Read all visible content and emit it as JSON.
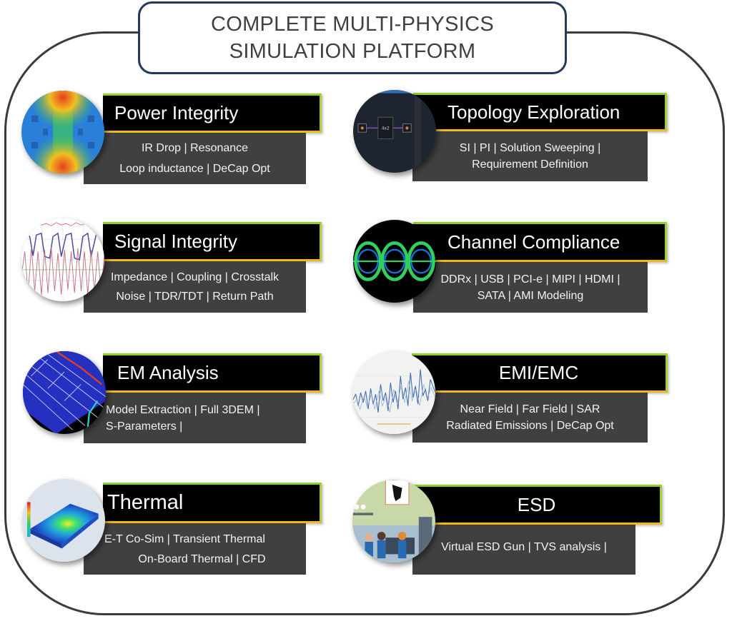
{
  "title": {
    "line1": "COMPLETE MULTI-PHYSICS",
    "line2": "SIMULATION PLATFORM"
  },
  "colors": {
    "frame": "#3a3a3a",
    "title_border": "#1f3a5a",
    "header_bg": "#000000",
    "body_bg": "#404040",
    "accent_green": "#8dd12a",
    "accent_orange": "#f2b61e"
  },
  "cards": [
    {
      "id": "power-integrity",
      "title": "Power Integrity",
      "icon": "power-integrity-heatmap-icon",
      "lines": [
        "IR Drop | Resonance",
        "Loop inductance | DeCap Opt"
      ]
    },
    {
      "id": "topology-exploration",
      "title": "Topology Exploration",
      "icon": "topology-schematic-icon",
      "lines": [
        "SI | PI | Solution Sweeping |",
        "Requirement Definition"
      ]
    },
    {
      "id": "signal-integrity",
      "title": "Signal Integrity",
      "icon": "waveform-icon",
      "lines": [
        "Impedance | Coupling | Crosstalk",
        "Noise | TDR/TDT | Return Path"
      ]
    },
    {
      "id": "channel-compliance",
      "title": "Channel Compliance",
      "icon": "eye-diagram-icon",
      "lines": [
        "DDRx | USB | PCI-e | MIPI | HDMI |",
        "SATA | AMI Modeling"
      ]
    },
    {
      "id": "em-analysis",
      "title": "EM Analysis",
      "icon": "em-mesh-icon",
      "lines": [
        "Model Extraction | Full 3DEM |",
        "S-Parameters |"
      ]
    },
    {
      "id": "emi-emc",
      "title": "EMI/EMC",
      "icon": "emission-spectrum-icon",
      "lines": [
        "Near Field | Far Field | SAR",
        "Radiated Emissions | DeCap Opt"
      ]
    },
    {
      "id": "thermal",
      "title": "Thermal",
      "icon": "thermal-map-icon",
      "lines": [
        "E-T Co-Sim | Transient Thermal",
        "On-Board Thermal | CFD"
      ]
    },
    {
      "id": "esd",
      "title": "ESD",
      "icon": "esd-lab-icon",
      "lines": [
        "Virtual ESD Gun | TVS analysis |"
      ]
    }
  ]
}
